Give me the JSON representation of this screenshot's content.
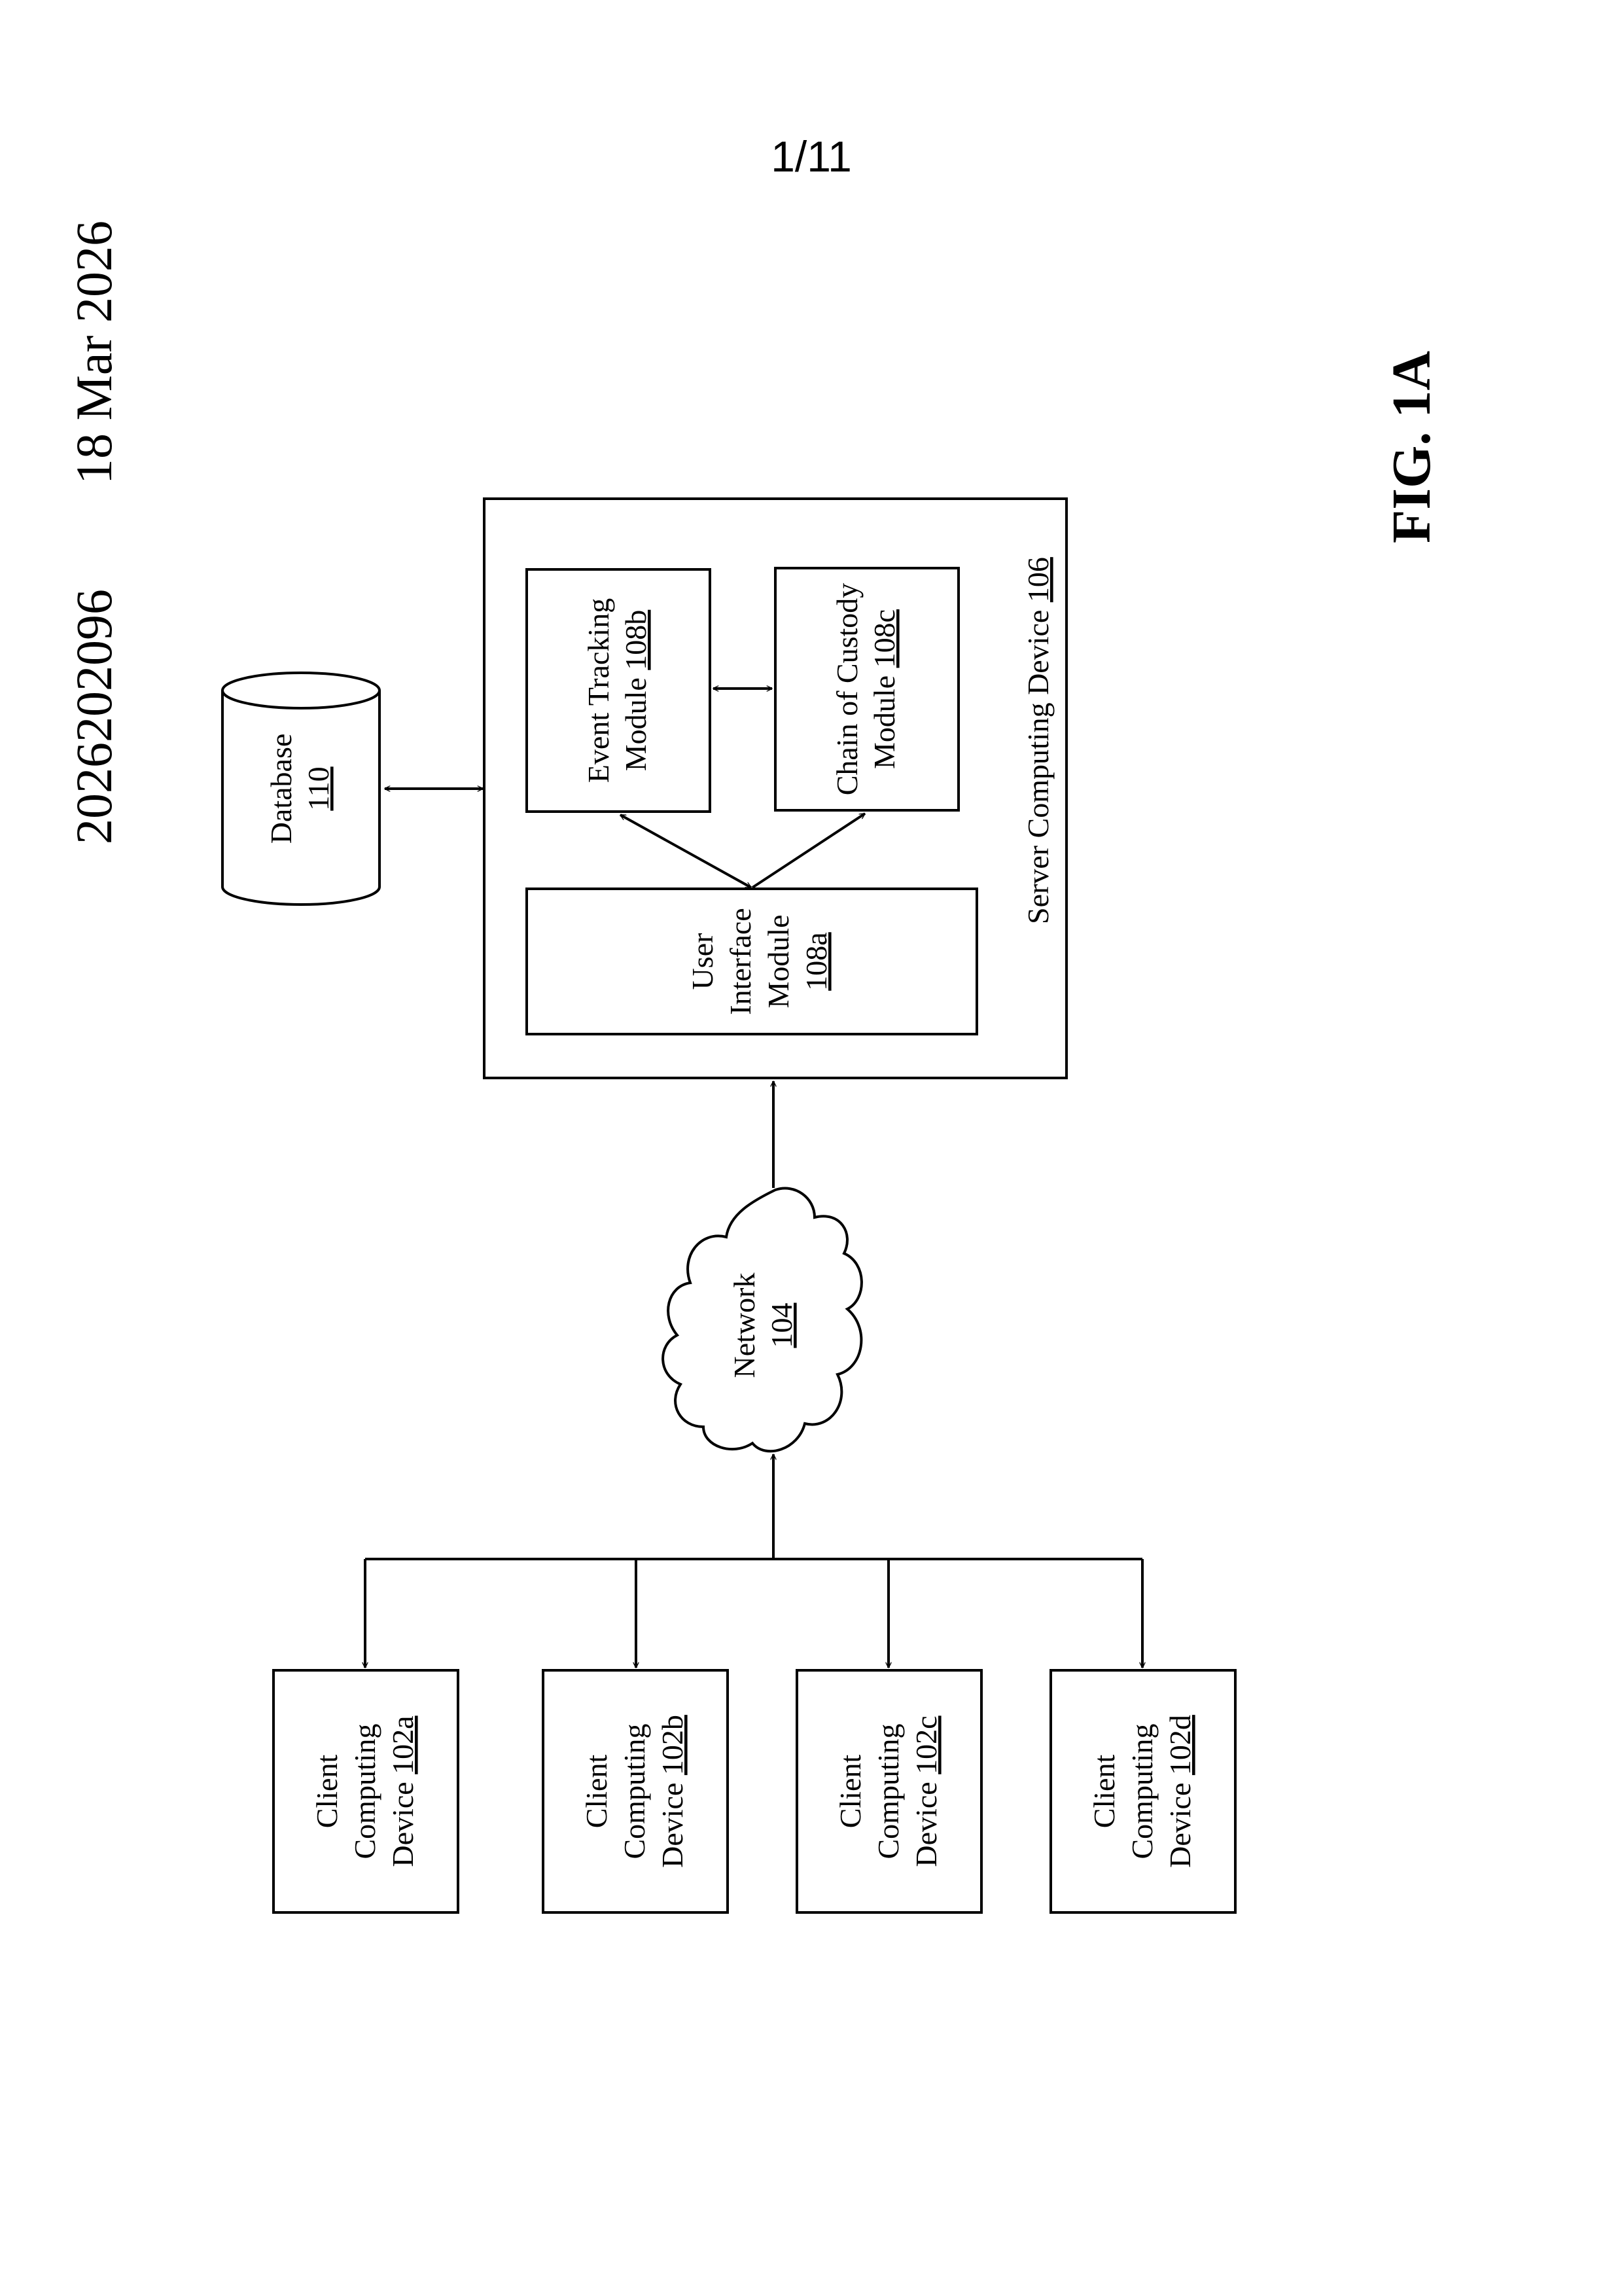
{
  "header": {
    "page_number": "1/11",
    "publication_number": "2026202096",
    "date": "18 Mar 2026"
  },
  "figure_label": "FIG. 1A",
  "nodes": {
    "database": {
      "name": "Database",
      "ref": "110"
    },
    "server": {
      "name": "Server Computing Device",
      "ref": "106"
    },
    "event_tracking": {
      "line1": "Event Tracking",
      "line2": "Module",
      "ref": "108b"
    },
    "chain_of_custody": {
      "line1": "Chain of Custody",
      "line2": "Module",
      "ref": "108c"
    },
    "user_interface": {
      "line1": "User",
      "line2": "Interface",
      "line3": "Module",
      "ref": "108a"
    },
    "network": {
      "name": "Network",
      "ref": "104"
    },
    "clients": [
      {
        "line1": "Client",
        "line2": "Computing",
        "line3": "Device",
        "ref": "102a"
      },
      {
        "line1": "Client",
        "line2": "Computing",
        "line3": "Device",
        "ref": "102b"
      },
      {
        "line1": "Client",
        "line2": "Computing",
        "line3": "Device",
        "ref": "102c"
      },
      {
        "line1": "Client",
        "line2": "Computing",
        "line3": "Device",
        "ref": "102d"
      }
    ]
  }
}
